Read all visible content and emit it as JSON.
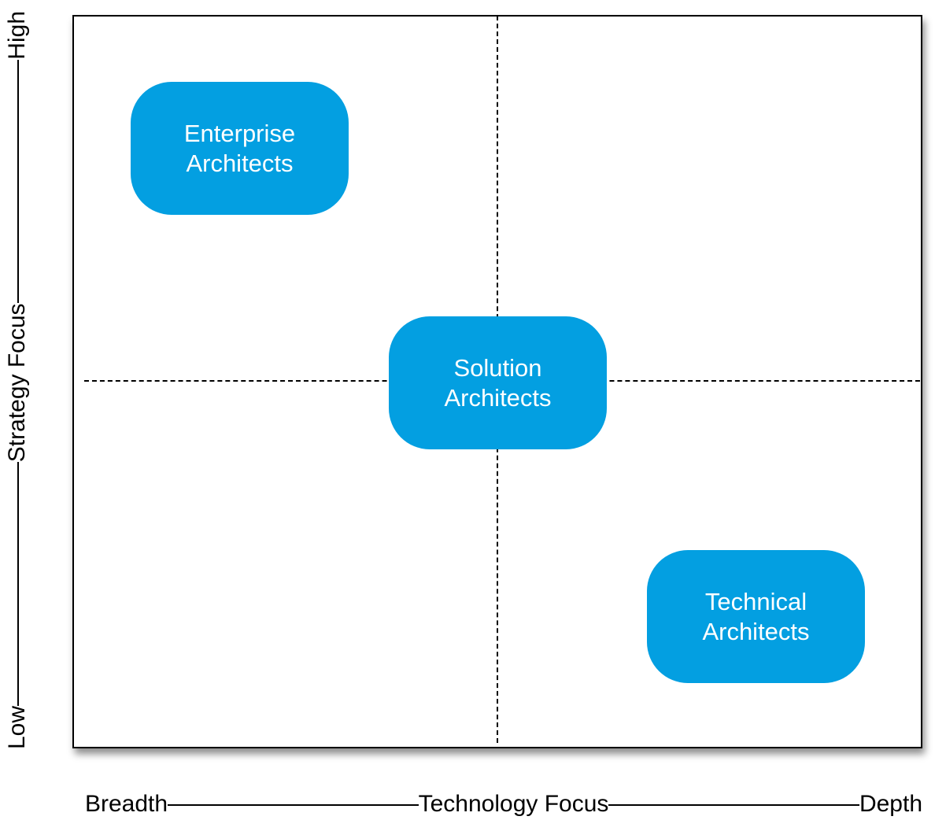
{
  "quadrants": [
    {
      "id": "enterprise",
      "line1": "Enterprise",
      "line2": "Architects"
    },
    {
      "id": "solution",
      "line1": "Solution",
      "line2": "Architects"
    },
    {
      "id": "technical",
      "line1": "Technical",
      "line2": "Architects"
    }
  ],
  "x_axis": {
    "low_label": "Breadth",
    "title": "Technology Focus",
    "high_label": "Depth"
  },
  "y_axis": {
    "low_label": "Low",
    "title": "Strategy Focus",
    "high_label": "High"
  },
  "colors": {
    "box_fill": "#039fe1",
    "box_text": "#ffffff",
    "lines": "#000000"
  }
}
